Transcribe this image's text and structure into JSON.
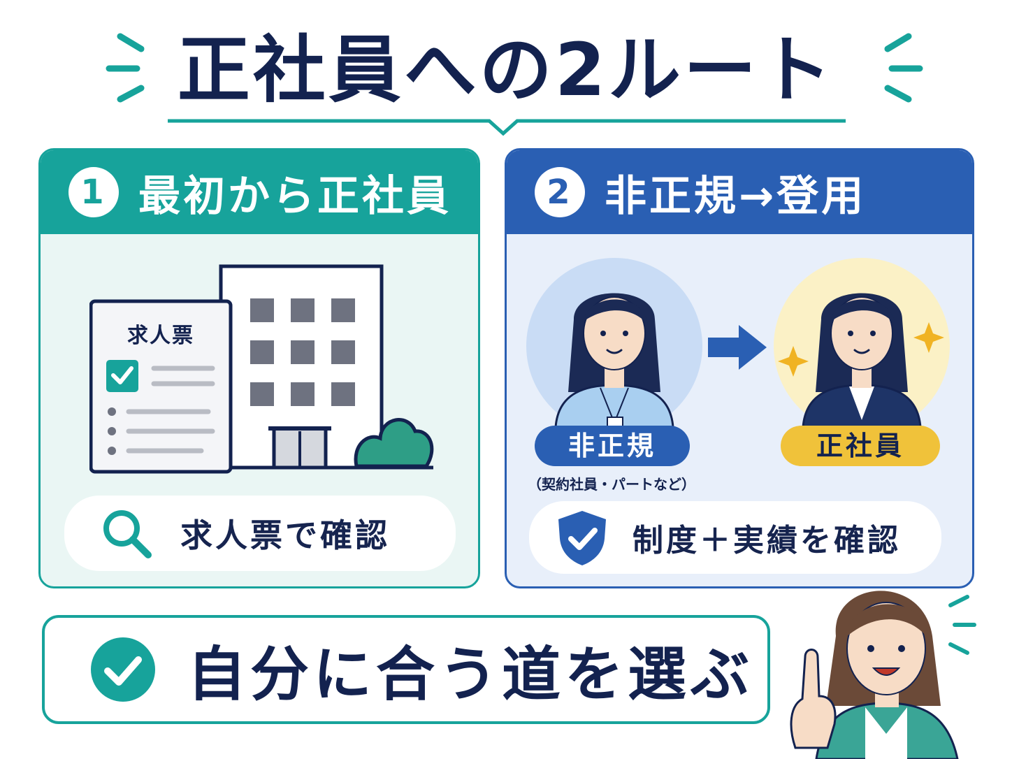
{
  "title": "正社員への2ルート",
  "colors": {
    "navy": "#13224f",
    "teal": "#17a39b",
    "blue": "#2a5fb3",
    "yellow": "#f0c23a",
    "green_bush": "#2e9e86"
  },
  "route1": {
    "number": "1",
    "heading": "最初から正社員",
    "document_label": "求人票",
    "check_label": "求人票で確認",
    "icons": [
      "search-icon",
      "building-icon",
      "document-icon",
      "checkbox-icon",
      "bush-icon"
    ]
  },
  "route2": {
    "number": "2",
    "heading": "非正規→登用",
    "from_label": "非正規",
    "from_note": "（契約社員・パートなど）",
    "to_label": "正社員",
    "check_label": "制度＋実績を確認",
    "icons": [
      "person-icon",
      "arrow-right-icon",
      "sparkle-icon",
      "shield-check-icon"
    ]
  },
  "bottom": {
    "message": "自分に合う道を選ぶ",
    "icon": "check-circle-icon"
  }
}
